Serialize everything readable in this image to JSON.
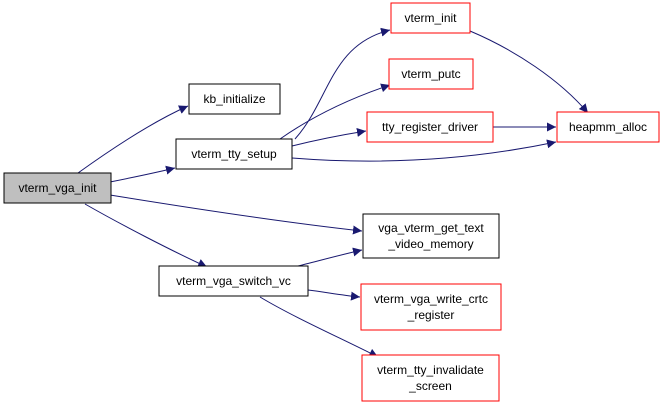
{
  "colors": {
    "edge": "#191970",
    "border_black": "#000000",
    "border_red": "#ff0000",
    "root_fill": "#bfbfbf",
    "node_fill": "#ffffff"
  },
  "nodes": {
    "vterm_vga_init": {
      "lines": [
        "vterm_vga_init"
      ]
    },
    "kb_initialize": {
      "lines": [
        "kb_initialize"
      ]
    },
    "vterm_tty_setup": {
      "lines": [
        "vterm_tty_setup"
      ]
    },
    "vterm_init": {
      "lines": [
        "vterm_init"
      ]
    },
    "vterm_putc": {
      "lines": [
        "vterm_putc"
      ]
    },
    "tty_register_driver": {
      "lines": [
        "tty_register_driver"
      ]
    },
    "heapmm_alloc": {
      "lines": [
        "heapmm_alloc"
      ]
    },
    "vga_vterm_get_text_video_memory": {
      "lines": [
        "vga_vterm_get_text",
        "_video_memory"
      ]
    },
    "vterm_vga_switch_vc": {
      "lines": [
        "vterm_vga_switch_vc"
      ]
    },
    "vterm_vga_write_crtc_register": {
      "lines": [
        "vterm_vga_write_crtc",
        "_register"
      ]
    },
    "vterm_tty_invalidate_screen": {
      "lines": [
        "vterm_tty_invalidate",
        "_screen"
      ]
    }
  }
}
